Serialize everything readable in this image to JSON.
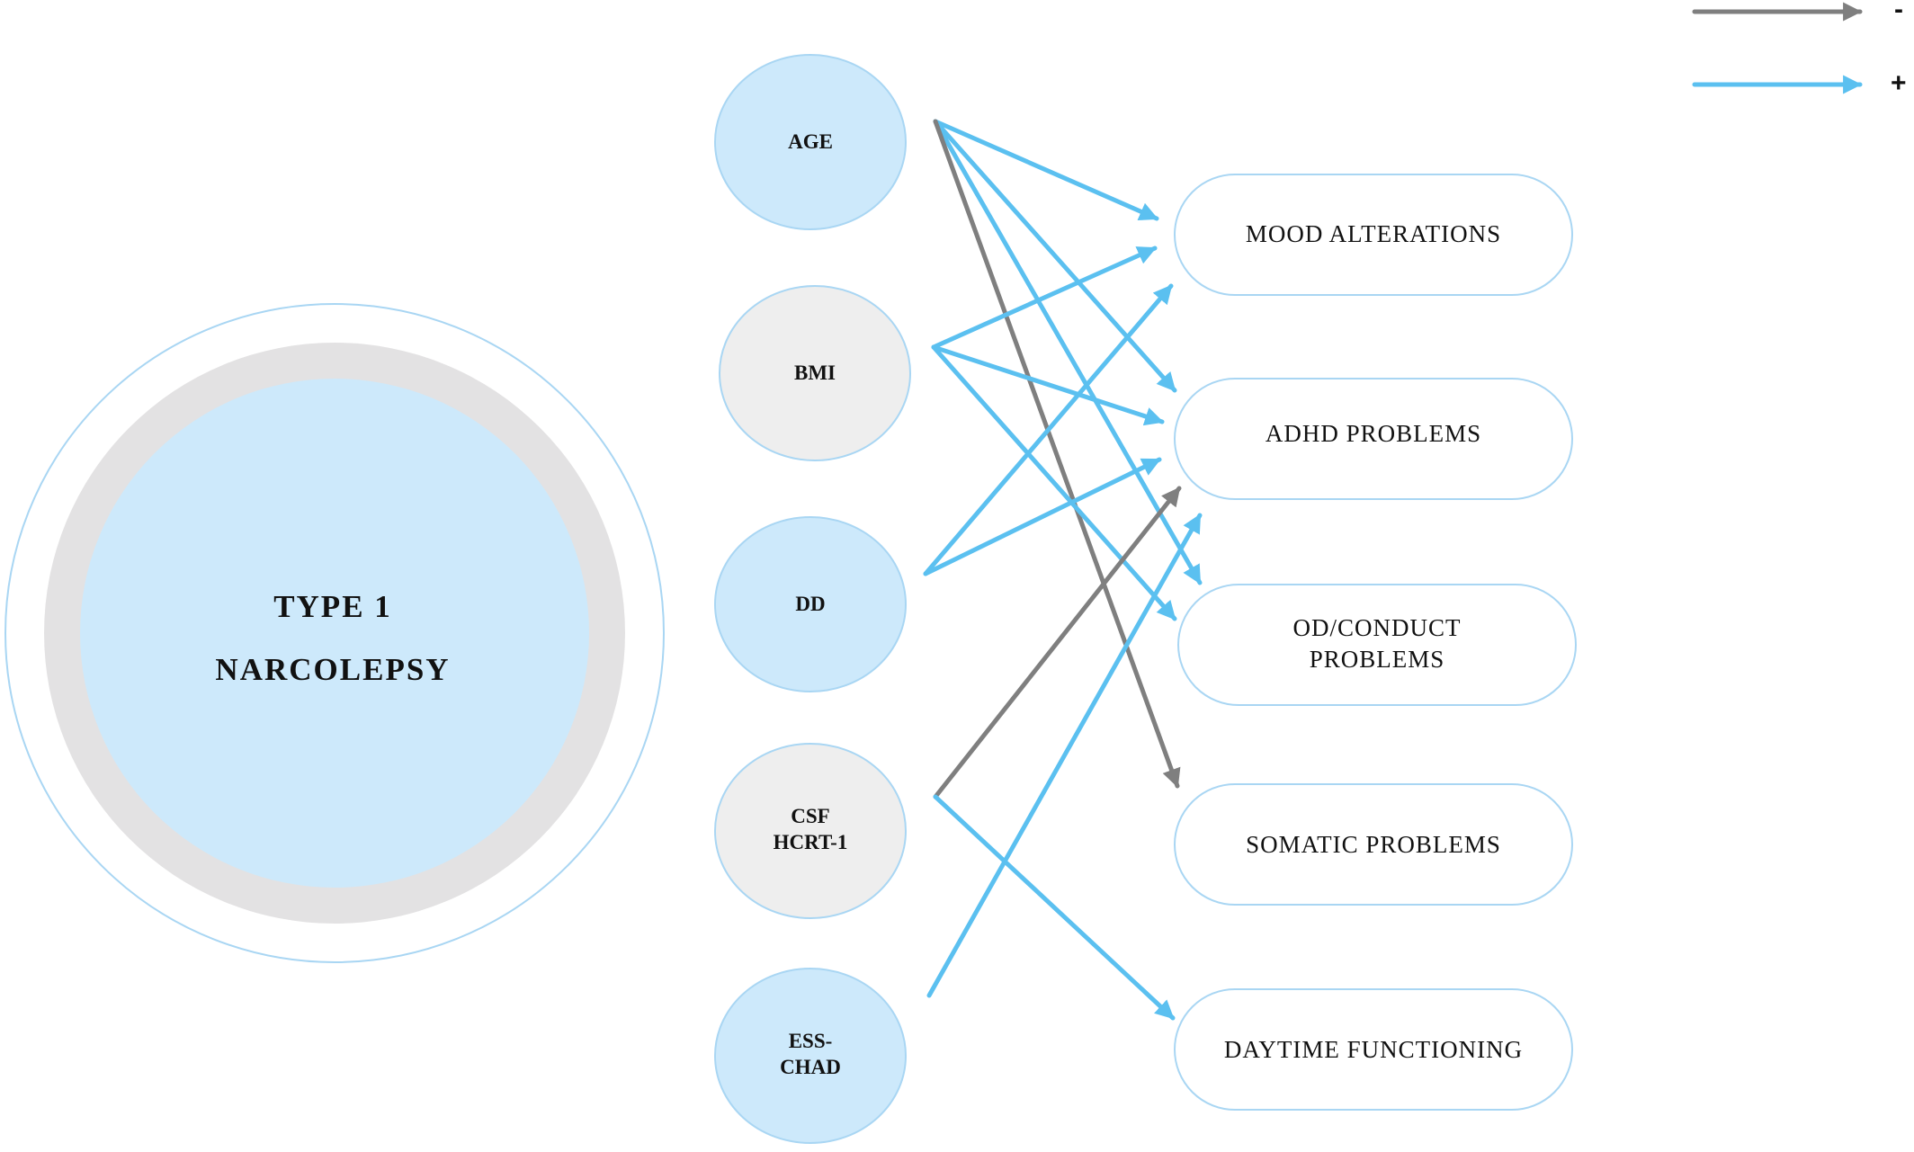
{
  "main": {
    "line1": "TYPE 1",
    "line2": "NARCOLEPSY"
  },
  "predictors": [
    {
      "id": "age",
      "lines": [
        "AGE"
      ],
      "fill": "light-blue"
    },
    {
      "id": "bmi",
      "lines": [
        "BMI"
      ],
      "fill": "light-gray"
    },
    {
      "id": "dd",
      "lines": [
        "DD"
      ],
      "fill": "light-blue"
    },
    {
      "id": "csf",
      "lines": [
        "CSF",
        "HCRT-1"
      ],
      "fill": "light-gray"
    },
    {
      "id": "ess",
      "lines": [
        "ESS-",
        "CHAD"
      ],
      "fill": "light-blue"
    }
  ],
  "outcomes": [
    {
      "id": "mood",
      "lines": [
        "MOOD ALTERATIONS"
      ]
    },
    {
      "id": "adhd",
      "lines": [
        "ADHD PROBLEMS"
      ]
    },
    {
      "id": "od",
      "lines": [
        "OD/CONDUCT",
        "PROBLEMS"
      ]
    },
    {
      "id": "somatic",
      "lines": [
        "SOMATIC PROBLEMS"
      ]
    },
    {
      "id": "daytime",
      "lines": [
        "DAYTIME FUNCTIONING"
      ]
    }
  ],
  "legend": {
    "negative_sign": "-",
    "positive_sign": "+"
  },
  "relations": [
    {
      "from": "age",
      "to": "mood",
      "sign": "+"
    },
    {
      "from": "age",
      "to": "adhd",
      "sign": "+"
    },
    {
      "from": "age",
      "to": "od",
      "sign": "+"
    },
    {
      "from": "age",
      "to": "somatic",
      "sign": "-"
    },
    {
      "from": "bmi",
      "to": "mood",
      "sign": "+"
    },
    {
      "from": "bmi",
      "to": "adhd",
      "sign": "+"
    },
    {
      "from": "bmi",
      "to": "od",
      "sign": "+"
    },
    {
      "from": "dd",
      "to": "mood",
      "sign": "+"
    },
    {
      "from": "dd",
      "to": "adhd",
      "sign": "+"
    },
    {
      "from": "csf",
      "to": "adhd",
      "sign": "-"
    },
    {
      "from": "csf",
      "to": "daytime",
      "sign": "+"
    },
    {
      "from": "ess",
      "to": "adhd",
      "sign": "+"
    }
  ],
  "colors": {
    "positive": "#5bc0f0",
    "negative": "#7f7f7f",
    "light_blue_fill": "#cde9fb",
    "light_gray_fill": "#eeeeee",
    "ring_gray": "#e3e2e3",
    "outline_blue": "#a9d6f3"
  }
}
